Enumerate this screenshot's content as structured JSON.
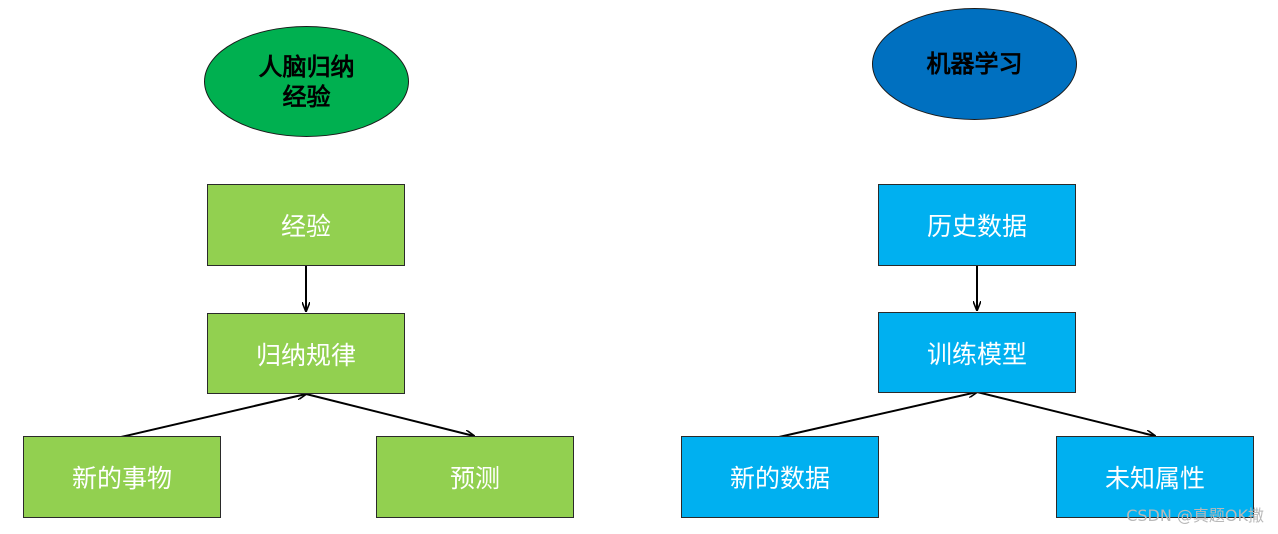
{
  "colors": {
    "left_ellipse": "#00b050",
    "right_ellipse": "#0070c0",
    "left_boxes": "#92d050",
    "right_boxes": "#00b0f0",
    "arrow": "#000000"
  },
  "left": {
    "title": "人脑归纳\n经验",
    "experience": "经验",
    "induce_rules": "归纳规律",
    "new_things": "新的事物",
    "predict": "预测"
  },
  "right": {
    "title": "机器学习",
    "history_data": "历史数据",
    "train_model": "训练模型",
    "new_data": "新的数据",
    "unknown_attr": "未知属性"
  },
  "watermark": "CSDN @真题OK撒"
}
